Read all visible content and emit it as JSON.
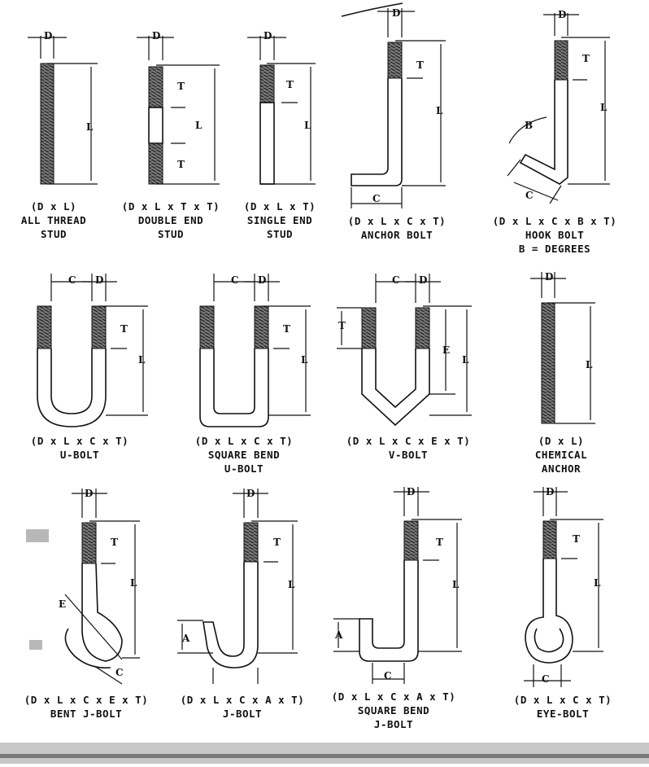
{
  "colors": {
    "ink": "#111111",
    "paper": "#ffffff",
    "thread": "#555555"
  },
  "items": [
    {
      "id": "all-thread-stud",
      "formula": "(D x L)",
      "lines": [
        "ALL THREAD",
        "STUD"
      ],
      "dims": {
        "D": "D",
        "L": "L"
      }
    },
    {
      "id": "double-end-stud",
      "formula": "(D x L x T x T)",
      "lines": [
        "DOUBLE END",
        "STUD"
      ],
      "dims": {
        "D": "D",
        "L": "L",
        "T": "T"
      }
    },
    {
      "id": "single-end-stud",
      "formula": "(D x L x T)",
      "lines": [
        "SINGLE END",
        "STUD"
      ],
      "dims": {
        "D": "D",
        "L": "L",
        "T": "T"
      }
    },
    {
      "id": "anchor-bolt",
      "formula": "(D x L x C x T)",
      "lines": [
        "ANCHOR BOLT"
      ],
      "dims": {
        "D": "D",
        "L": "L",
        "T": "T",
        "C": "C"
      }
    },
    {
      "id": "hook-bolt",
      "formula": "(D x L x C x B x T)",
      "lines": [
        "HOOK BOLT",
        "B = DEGREES"
      ],
      "dims": {
        "D": "D",
        "L": "L",
        "T": "T",
        "C": "C",
        "B": "B"
      }
    },
    {
      "id": "u-bolt",
      "formula": "(D x L x C x T)",
      "lines": [
        "U-BOLT"
      ],
      "dims": {
        "D": "D",
        "L": "L",
        "T": "T",
        "C": "C"
      }
    },
    {
      "id": "square-bend-u-bolt",
      "formula": "(D x L x C x T)",
      "lines": [
        "SQUARE BEND",
        "U-BOLT"
      ],
      "dims": {
        "D": "D",
        "L": "L",
        "T": "T",
        "C": "C"
      }
    },
    {
      "id": "v-bolt",
      "formula": "(D x L x C x E x T)",
      "lines": [
        "V-BOLT"
      ],
      "dims": {
        "D": "D",
        "L": "L",
        "T": "T",
        "C": "C",
        "E": "E"
      }
    },
    {
      "id": "chemical-anchor",
      "formula": "(D x L)",
      "lines": [
        "CHEMICAL",
        "ANCHOR"
      ],
      "dims": {
        "D": "D",
        "L": "L"
      }
    },
    {
      "id": "bent-j-bolt",
      "formula": "(D x L x C x E x T)",
      "lines": [
        "BENT J-BOLT"
      ],
      "dims": {
        "D": "D",
        "L": "L",
        "T": "T",
        "C": "C",
        "E": "E"
      }
    },
    {
      "id": "j-bolt",
      "formula": "(D x L x C x A x T)",
      "lines": [
        "J-BOLT"
      ],
      "dims": {
        "D": "D",
        "L": "L",
        "T": "T",
        "A": "A"
      }
    },
    {
      "id": "square-bend-j-bolt",
      "formula": "(D x L x C x A x T)",
      "lines": [
        "SQUARE BEND",
        "J-BOLT"
      ],
      "dims": {
        "D": "D",
        "L": "L",
        "T": "T",
        "C": "C",
        "A": "A"
      }
    },
    {
      "id": "eye-bolt",
      "formula": "(D x L x C x T)",
      "lines": [
        "EYE-BOLT"
      ],
      "dims": {
        "D": "D",
        "L": "L",
        "T": "T",
        "C": "C"
      }
    }
  ]
}
